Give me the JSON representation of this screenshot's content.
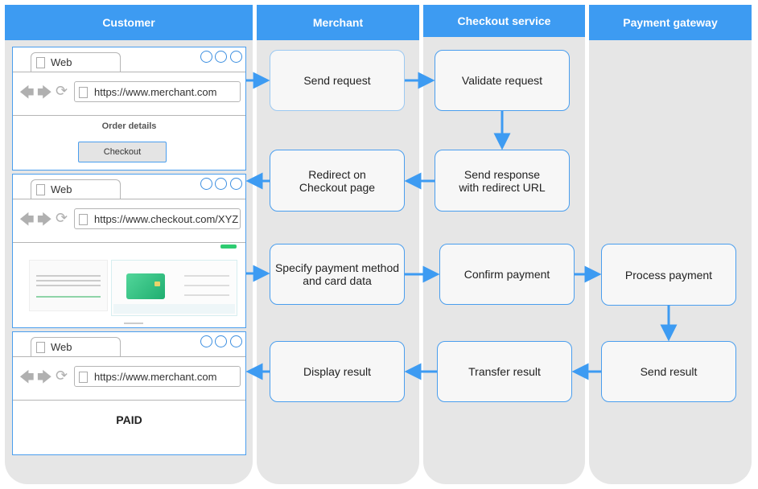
{
  "lanes": {
    "customer": "Customer",
    "merchant": "Merchant",
    "checkout": "Checkout service",
    "gateway": "Payment gateway"
  },
  "browsers": {
    "tab_label": "Web",
    "first_url": "https://www.merchant.com",
    "first_heading": "Order details",
    "first_button": "Checkout",
    "second_url": "https://www.checkout.com/XYZ",
    "third_url": "https://www.merchant.com",
    "third_status": "PAID"
  },
  "steps": {
    "send_request": "Send request",
    "validate_request": "Validate request",
    "send_response": "Send response\nwith redirect URL",
    "redirect": "Redirect on\nCheckout page",
    "specify_payment": "Specify payment method\nand card data",
    "confirm_payment": "Confirm payment",
    "process_payment": "Process payment",
    "send_result": "Send result",
    "transfer_result": "Transfer result",
    "display_result": "Display result"
  },
  "colors": {
    "header": "#3d9bf2",
    "lane": "#e6e6e6",
    "border": "#4a9eee",
    "arrow": "#3d9bf2"
  }
}
